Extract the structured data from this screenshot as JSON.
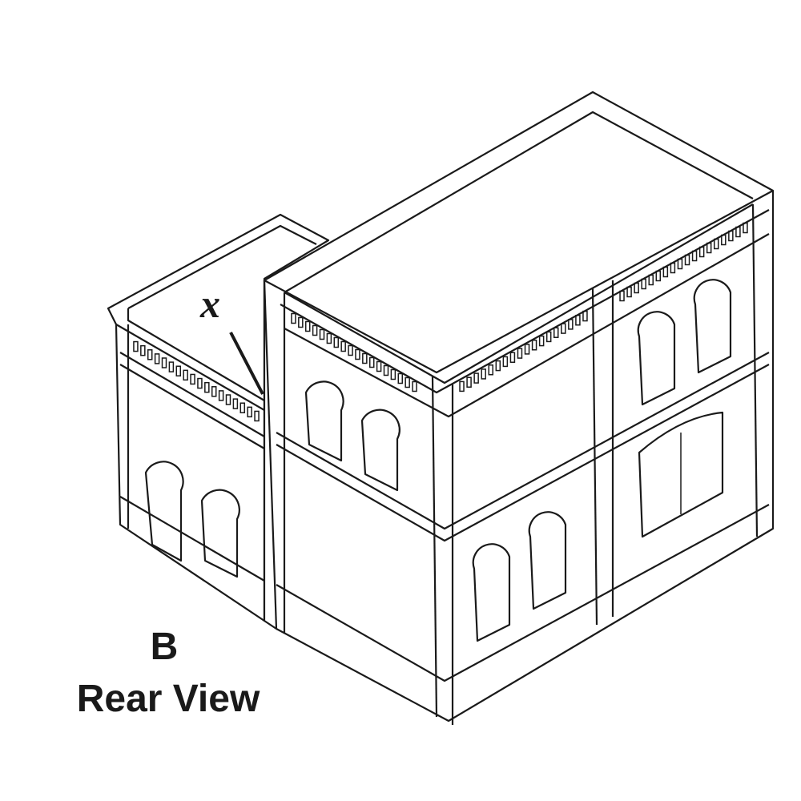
{
  "diagram": {
    "callout_label": "x",
    "view_letter": "B",
    "view_title": "Rear View"
  }
}
